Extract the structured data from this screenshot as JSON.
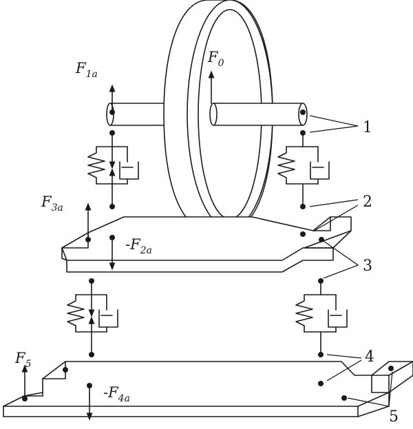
{
  "forces": {
    "f0": {
      "base": "F",
      "sub": "0"
    },
    "f1a": {
      "base": "F",
      "sub": "1a"
    },
    "f3a": {
      "base": "F",
      "sub": "3a"
    },
    "f2a": {
      "base": "-F",
      "sub": "2a"
    },
    "f4a": {
      "base": "-F",
      "sub": "4a"
    },
    "f5": {
      "base": "F",
      "sub": "5"
    }
  },
  "callouts": [
    "1",
    "2",
    "3",
    "4",
    "5"
  ]
}
